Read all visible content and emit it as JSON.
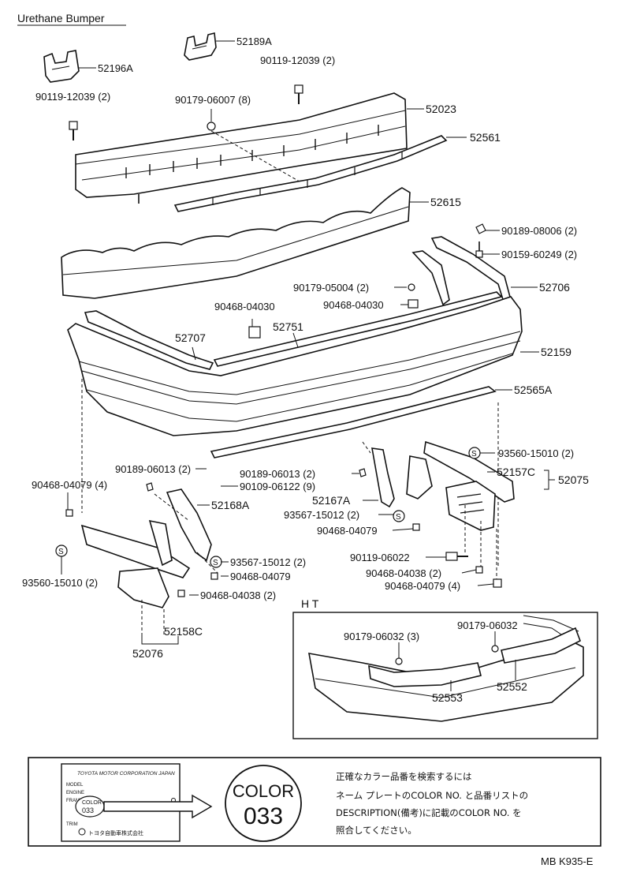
{
  "header": {
    "title": "Urethane Bumper"
  },
  "parts": [
    {
      "id": "52189A",
      "label": "52189A"
    },
    {
      "id": "52196A",
      "label": "52196A"
    },
    {
      "id": "90119-12039-top",
      "label": "90119-12039 (2)"
    },
    {
      "id": "90119-12039-left",
      "label": "90119-12039 (2)"
    },
    {
      "id": "90179-06007",
      "label": "90179-06007 (8)"
    },
    {
      "id": "52023",
      "label": "52023"
    },
    {
      "id": "52561",
      "label": "52561"
    },
    {
      "id": "52615",
      "label": "52615"
    },
    {
      "id": "90189-08006",
      "label": "90189-08006 (2)"
    },
    {
      "id": "90159-60249",
      "label": "90159-60249 (2)"
    },
    {
      "id": "90179-05004",
      "label": "90179-05004 (2)"
    },
    {
      "id": "52706",
      "label": "52706"
    },
    {
      "id": "90468-04030-a",
      "label": "90468-04030"
    },
    {
      "id": "90468-04030-b",
      "label": "90468-04030"
    },
    {
      "id": "52751",
      "label": "52751"
    },
    {
      "id": "52707",
      "label": "52707"
    },
    {
      "id": "52159",
      "label": "52159"
    },
    {
      "id": "52565A",
      "label": "52565A"
    },
    {
      "id": "93560-15010-right",
      "label": "93560-15010 (2)"
    },
    {
      "id": "90189-06013-left",
      "label": "90189-06013 (2)"
    },
    {
      "id": "90189-06013-mid",
      "label": "90189-06013 (2)"
    },
    {
      "id": "90109-06122",
      "label": "90109-06122 (9)"
    },
    {
      "id": "52157C",
      "label": "52157C"
    },
    {
      "id": "52075",
      "label": "52075"
    },
    {
      "id": "90468-04079-left",
      "label": "90468-04079 (4)"
    },
    {
      "id": "52167A",
      "label": "52167A"
    },
    {
      "id": "93567-15012-mid",
      "label": "93567-15012 (2)"
    },
    {
      "id": "52168A",
      "label": "52168A"
    },
    {
      "id": "90468-04079-mid",
      "label": "90468-04079"
    },
    {
      "id": "90119-06022",
      "label": "90119-06022"
    },
    {
      "id": "93567-15012-low",
      "label": "93567-15012 (2)"
    },
    {
      "id": "90468-04038-right",
      "label": "90468-04038 (2)"
    },
    {
      "id": "90468-04079-low",
      "label": "90468-04079"
    },
    {
      "id": "93560-15010-left",
      "label": "93560-15010 (2)"
    },
    {
      "id": "90468-04079-right",
      "label": "90468-04079 (4)"
    },
    {
      "id": "90468-04038-left",
      "label": "90468-04038 (2)"
    },
    {
      "id": "52158C",
      "label": "52158C"
    },
    {
      "id": "52076",
      "label": "52076"
    }
  ],
  "ht_inset": {
    "title": "H T",
    "labels": [
      "90179-06032 (3)",
      "90179-06032",
      "52553",
      "52552"
    ]
  },
  "color_note": {
    "plate_header": "TOYOTA MOTOR CORPORATION JAPAN",
    "plate_fields": [
      "MODEL",
      "ENGINE",
      "FRAME NO.",
      "COLOR",
      "TRIM"
    ],
    "plate_color_value": "033",
    "plate_footer": "トヨタ自動車株式会社",
    "big_color_word": "COLOR",
    "big_color_code": "033",
    "instruction_lines": [
      "正確なカラー品番を検索するには",
      "ネーム プレートのCOLOR NO. と品番リストの",
      "DESCRIPTION(備考)に記載のCOLOR NO. を",
      "照合してください。"
    ]
  },
  "footer": {
    "code": "MB K935-E"
  }
}
